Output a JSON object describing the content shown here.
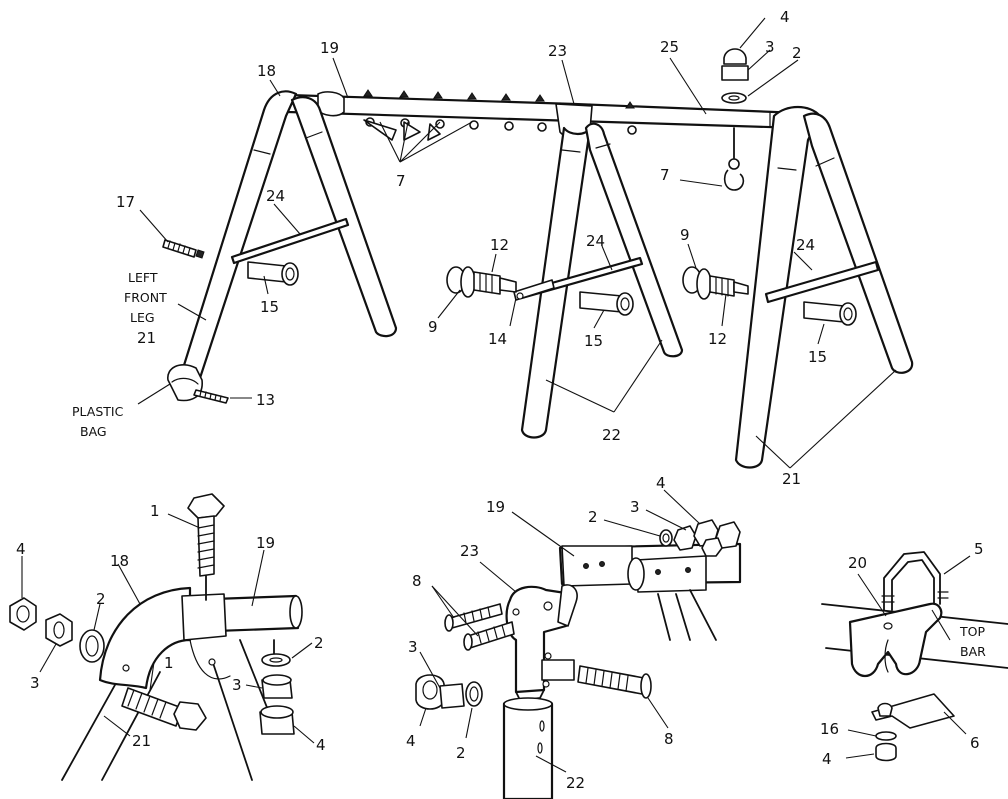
{
  "callouts": {
    "c4_top": "4",
    "c3_top": "3",
    "c2_top": "2",
    "c25": "25",
    "c23": "23",
    "c19_top": "19",
    "c18_top": "18",
    "c7_left": "7",
    "c7_right": "7",
    "c17": "17",
    "c24_left": "24",
    "c24_mid": "24",
    "c24_right": "24",
    "c15_left": "15",
    "c15_mid": "15",
    "c15_right": "15",
    "c12_mid": "12",
    "c12_right": "12",
    "c9_left": "9",
    "c9_right": "9",
    "c14": "14",
    "c13": "13",
    "c21_right": "21",
    "c22_right": "22",
    "d1_c1_top": "1",
    "d1_c1_low": "1",
    "d1_c19": "19",
    "d1_c18": "18",
    "d1_c4_left": "4",
    "d1_c3_left": "3",
    "d1_c2_left": "2",
    "d1_c2_right": "2",
    "d1_c3_right": "3",
    "d1_c4_right": "4",
    "d1_c21": "21",
    "d2_c19": "19",
    "d2_c2": "2",
    "d2_c3_top": "3",
    "d2_c4_top": "4",
    "d2_c23": "23",
    "d2_c8_left": "8",
    "d2_c3_left": "3",
    "d2_c4_left": "4",
    "d2_c2_low": "2",
    "d2_c8_right": "8",
    "d2_c22": "22",
    "d3_c20": "20",
    "d3_c5": "5",
    "d3_c16": "16",
    "d3_c4": "4",
    "d3_c6": "6"
  },
  "captions": {
    "left_front_leg_line1": "LEFT",
    "left_front_leg_line2": "FRONT",
    "left_front_leg_line3": "LEG",
    "left_front_leg_line4": "21",
    "plastic_bag_line1": "PLASTIC",
    "plastic_bag_line2": "BAG",
    "top_bar_line1": "TOP",
    "top_bar_line2": "BAR"
  }
}
